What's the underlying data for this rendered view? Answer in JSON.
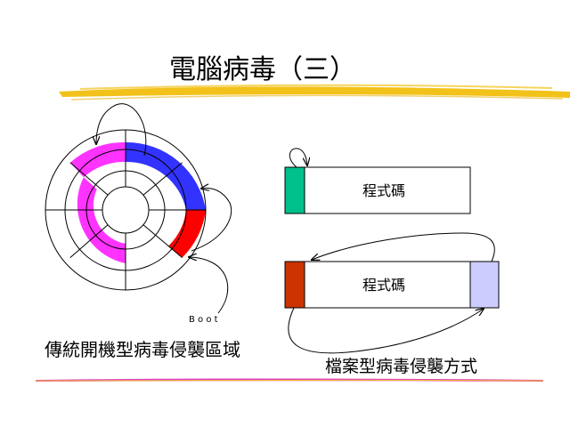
{
  "title": "電腦病毒（三）",
  "boot_sector": {
    "caption": "傳統開機型病毒侵襲區域",
    "boot_label": "B o o t"
  },
  "file_infection": {
    "caption": "檔案型病毒侵襲方式",
    "code_label_top": "程式碼",
    "code_label_bottom": "程式碼"
  },
  "colors": {
    "title_brush": "#f2c21a",
    "bottom_brush_magenta": "#e040c8",
    "bottom_brush_yellow": "#f2c21a",
    "disk_magenta": "#ff33ff",
    "disk_blue": "#3333ff",
    "disk_red": "#ff0000",
    "virus_green": "#00c08c",
    "virus_darkred": "#cc3300",
    "virus_lavender": "#ccccff"
  }
}
